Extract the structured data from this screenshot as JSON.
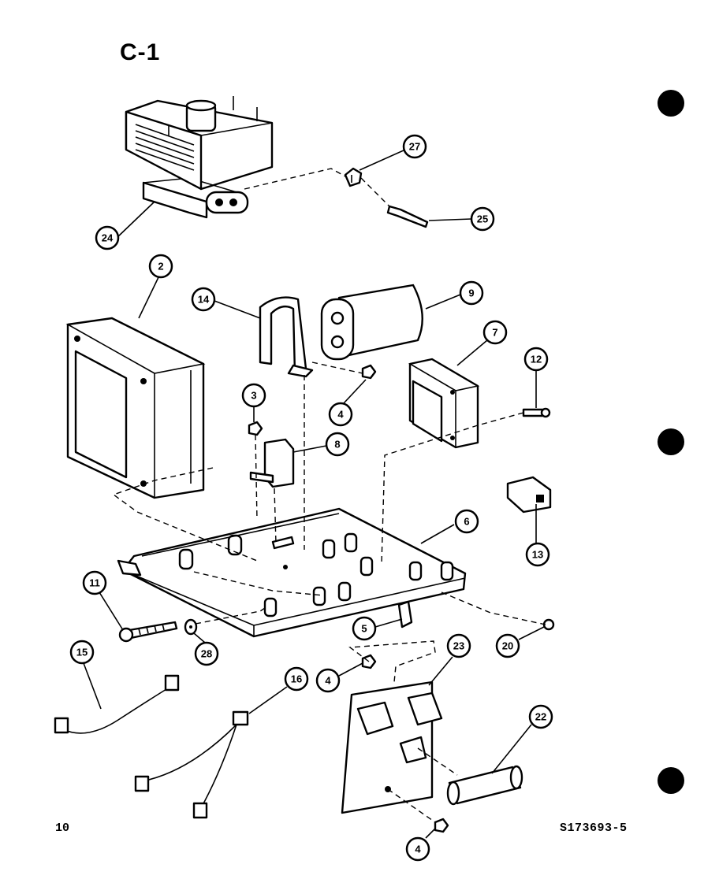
{
  "title": "C-1",
  "page_number": "10",
  "figure_code": "S173693-5",
  "callouts": [
    "24",
    "27",
    "25",
    "2",
    "14",
    "9",
    "7",
    "12",
    "3",
    "4",
    "8",
    "13",
    "6",
    "11",
    "28",
    "5",
    "20",
    "15",
    "4",
    "23",
    "16",
    "22",
    "4"
  ]
}
